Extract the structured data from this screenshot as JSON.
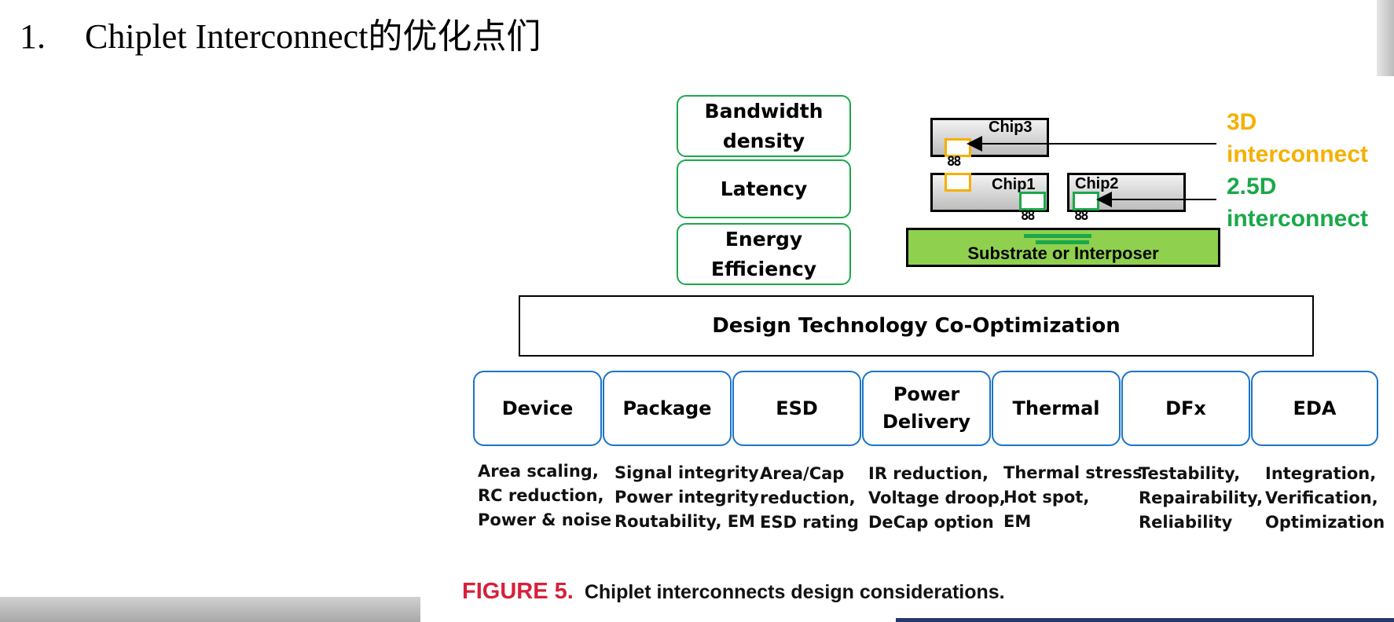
{
  "heading": {
    "number": "1.",
    "text": "Chiplet Interconnect的优化点们"
  },
  "metrics": [
    "Bandwidth\ndensity",
    "Latency",
    "Energy\nEfficiency"
  ],
  "chips": {
    "chip3": "Chip3",
    "chip1": "Chip1",
    "chip2": "Chip2",
    "substrate": "Substrate or Interposer"
  },
  "callouts": {
    "d3": {
      "text": "3D\ninterconnect",
      "color": "#f5b000"
    },
    "d25": {
      "text": "2.5D\ninterconnect",
      "color": "#1aa84a"
    }
  },
  "dtco": "Design Technology Co-Optimization",
  "categories": [
    {
      "label": "Device",
      "desc": "Area scaling,\nRC reduction,\nPower & noise"
    },
    {
      "label": "Package",
      "desc": "Signal integrity\nPower integrity\nRoutability, EM"
    },
    {
      "label": "ESD",
      "desc": "Area/Cap\nreduction,\nESD rating"
    },
    {
      "label": "Power\nDelivery",
      "desc": "IR reduction,\nVoltage droop,\nDeCap option"
    },
    {
      "label": "Thermal",
      "desc": "Thermal stress\nHot spot,\nEM"
    },
    {
      "label": "DFx",
      "desc": "Testability,\nRepairability,\nReliability"
    },
    {
      "label": "EDA",
      "desc": "Integration,\nVerification,\nOptimization"
    }
  ],
  "caption": {
    "figure": "FIGURE 5.",
    "text": "Chiplet interconnects design considerations."
  },
  "colors": {
    "green": "#1aa84a",
    "blue": "#1b74c7",
    "orange": "#f5b000",
    "figure_red": "#d8203a",
    "substrate": "#8fd14f"
  }
}
